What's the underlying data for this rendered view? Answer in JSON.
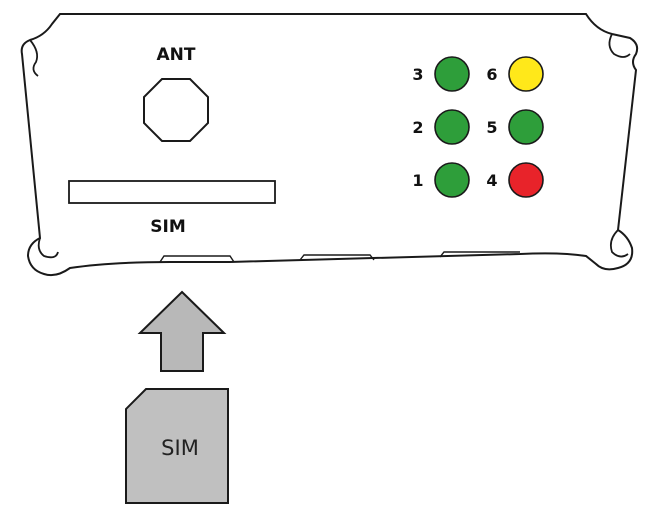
{
  "device": {
    "antenna_label": "ANT",
    "sim_slot_label": "SIM"
  },
  "leds": [
    {
      "number": "3",
      "color": "#2e9e3a"
    },
    {
      "number": "6",
      "color": "#ffe81a"
    },
    {
      "number": "2",
      "color": "#2e9e3a"
    },
    {
      "number": "5",
      "color": "#2e9e3a"
    },
    {
      "number": "1",
      "color": "#2e9e3a"
    },
    {
      "number": "4",
      "color": "#e8232a"
    }
  ],
  "sim_card": {
    "label": "SIM",
    "fill_color": "#c0c0c0"
  },
  "insert_arrow": {
    "direction": "up",
    "fill_color": "#b8b8b8"
  }
}
